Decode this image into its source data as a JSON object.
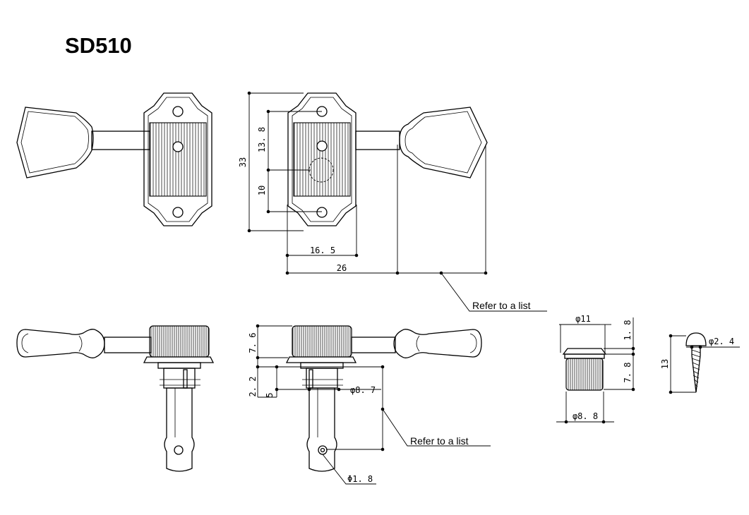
{
  "title": "SD510",
  "dims": {
    "d33": "33",
    "d13_8": "13. 8",
    "d10": "10",
    "d16_5": "16. 5",
    "d26": "26",
    "d7_6": "7. 6",
    "d2_2": "2. 2",
    "d5": "5",
    "phi8_7": "φ8. 7",
    "phi1_8": "Φ1. 8",
    "phi11": "φ11",
    "d1_8": "1. 8",
    "d7_8": "7. 8",
    "phi8_8": "φ8. 8",
    "phi2_4": "φ2. 4",
    "d13": "13"
  },
  "callouts": {
    "top": "Refer to a list",
    "bottom": "Refer to a list"
  },
  "colors": {
    "line": "#000000",
    "background": "#ffffff"
  }
}
